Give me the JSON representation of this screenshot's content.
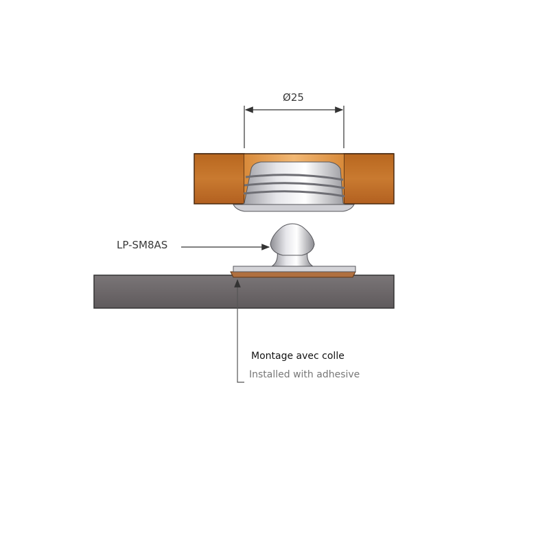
{
  "dimension": {
    "label": "Ø25"
  },
  "part": {
    "label": "LP-SM8AS"
  },
  "mounting": {
    "label_fr": "Montage avec colle",
    "label_en": "Installed with adhesive"
  },
  "colors": {
    "panel_wood": "#c87832",
    "base_plate": "#6f6a6c",
    "metal": "#d9d9de",
    "adhesive": "#b07040",
    "line": "#333333"
  }
}
